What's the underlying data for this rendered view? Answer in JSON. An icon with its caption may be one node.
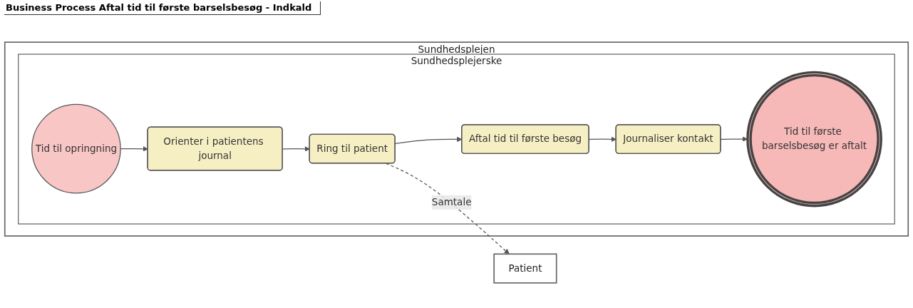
{
  "diagram": {
    "title": "Business Process Aftal tid til første barselsbesøg - Indkald",
    "nodes": [
      {
        "text": [
          "Sundhedsplejen"
        ]
      },
      {
        "text": [
          "Sundhedsplejerske"
        ],
        "in": 0
      },
      {
        "text": [
          "Tid til opringning"
        ],
        "in": 1
      },
      {
        "text": [
          "Orienter i patientens journal"
        ],
        "in": 1
      },
      {
        "text": [
          "Ring til patient"
        ],
        "in": 1
      },
      {
        "text": [
          "Aftal tid til første besøg"
        ],
        "in": 1
      },
      {
        "text": [
          "Journaliser kontakt"
        ],
        "in": 1
      },
      {
        "text": [
          "Tid til første barselsbesøg er aftalt"
        ],
        "in": 1
      },
      {
        "text": [
          "Patient"
        ]
      }
    ],
    "edges": [
      {
        "from": 2,
        "to": 3,
        "arrow": "to"
      },
      {
        "from": 3,
        "to": 4,
        "arrow": "to"
      },
      {
        "from": 4,
        "to": 5,
        "arrow": "to"
      },
      {
        "from": 5,
        "to": 6,
        "arrow": "to"
      },
      {
        "from": 6,
        "to": 7,
        "arrow": "to"
      },
      {
        "from": 4,
        "to": 8,
        "arrow": "to",
        "label": "Samtale",
        "style": "dashed"
      }
    ]
  }
}
